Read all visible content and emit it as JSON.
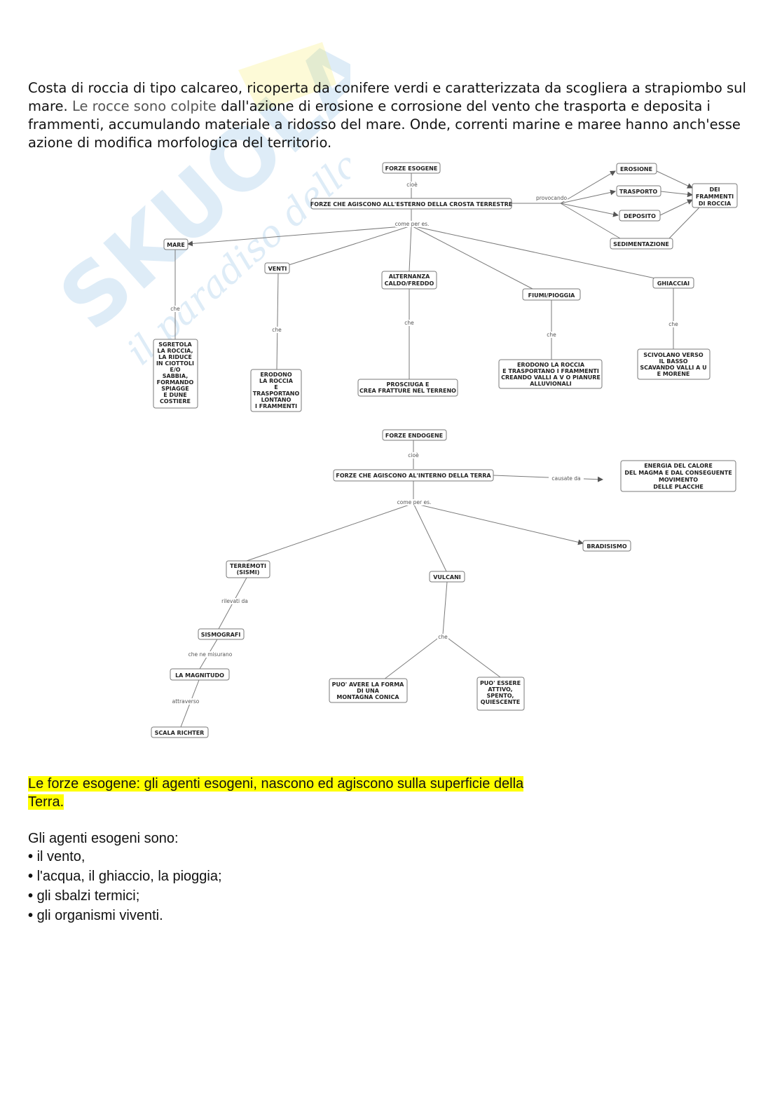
{
  "intro": {
    "part1": "Costa di roccia di tipo calcareo, ricoperta da conifere verdi e caratterizzata da scogliera a strapiombo sul mare. ",
    "part2": "Le rocce sono colpite",
    "part3": " dall'azione di erosione e corrosione del vento che trasporta e deposita i frammenti, accumulando materiale a ridosso del mare. Onde, correnti marine e maree hanno anch'esse azione di modifica morfologica del territorio."
  },
  "watermark": {
    "brand": "SKUOLA.NET",
    "tagline": "il paradiso dello studente"
  },
  "map_exo": {
    "root": "FORZE ESOGENE",
    "link_root": "cioè",
    "main": "FORZE CHE AGISCONO ALL'ESTERNO DELLA CROSTA TERRESTRE",
    "link_provocando": "provocando",
    "erosione": "EROSIONE",
    "trasporto": "TRASPORTO",
    "deposito": "DEPOSITO",
    "sedimentazione": "SEDIMENTAZIONE",
    "frammenti": [
      "DEI",
      "FRAMMENTI",
      "DI ROCCIA"
    ],
    "link_examples": "come per es.",
    "mare": "MARE",
    "venti": "VENTI",
    "alternanza": [
      "ALTERNANZA",
      "CALDO/FREDDO"
    ],
    "fiumi": "FIUMI/PIOGGIA",
    "ghiacciai": "GHIACCIAI",
    "link_che": "che",
    "mare_desc": [
      "SGRETOLA",
      "LA ROCCIA,",
      "LA RIDUCE",
      "IN CIOTTOLI",
      "E/O",
      "SABBIA,",
      "FORMANDO",
      "SPIAGGE",
      "E DUNE",
      "COSTIERE"
    ],
    "venti_desc": [
      "ERODONO",
      "LA ROCCIA",
      "E",
      "TRASPORTANO",
      "LONTANO",
      "I FRAMMENTI"
    ],
    "alternanza_desc": [
      "PROSCIUGA E",
      "CREA FRATTURE NEL TERRENO"
    ],
    "fiumi_desc": [
      "ERODONO LA ROCCIA",
      "E TRASPORTANO I FRAMMENTI",
      "CREANDO VALLI A V O PIANURE",
      "ALLUVIONALI"
    ],
    "ghiacciai_desc": [
      "SCIVOLANO VERSO",
      "IL BASSO",
      "SCAVANDO VALLI A U",
      "E MORENE"
    ]
  },
  "map_endo": {
    "root": "FORZE ENDOGENE",
    "link_root": "cioè",
    "main": "FORZE CHE AGISCONO AL'INTERNO DELLA TERRA",
    "link_causate": "causate da",
    "energia": [
      "ENERGIA DEL CALORE",
      "DEL MAGMA E DAL CONSEGUENTE",
      "MOVIMENTO",
      "DELLE PLACCHE"
    ],
    "link_examples": "come per es.",
    "terremoti": [
      "TERREMOTI",
      "(SISMI)"
    ],
    "vulcani": "VULCANI",
    "bradisismo": "BRADISISMO",
    "link_rilevati": "rilevati da",
    "sismografi": "SISMOGRAFI",
    "link_misurano": "che ne misurano",
    "magnitudo": "LA MAGNITUDO",
    "link_attraverso": "attraverso",
    "richter": "SCALA RICHTER",
    "link_che": "che",
    "forma": [
      "PUO' AVERE LA FORMA",
      "DI UNA",
      "MONTAGNA CONICA"
    ],
    "stato": [
      "PUO' ESSERE",
      "ATTIVO,",
      "SPENTO,",
      "QUIESCENTE"
    ]
  },
  "section2": {
    "highlight_line1": "Le forze esogene: gli agenti esogeni, nascono ed agiscono sulla superficie della",
    "highlight_line2": "Terra.",
    "lead": "Gli agenti esogeni sono:",
    "bullets": [
      "il vento,",
      "l'acqua, il ghiaccio, la pioggia;",
      "gli sbalzi termici;",
      "gli organismi viventi."
    ]
  },
  "colors": {
    "highlight": "#ffff00",
    "watermark_blue": "#3a8fd0",
    "watermark_yellow": "#f5ea4a"
  }
}
